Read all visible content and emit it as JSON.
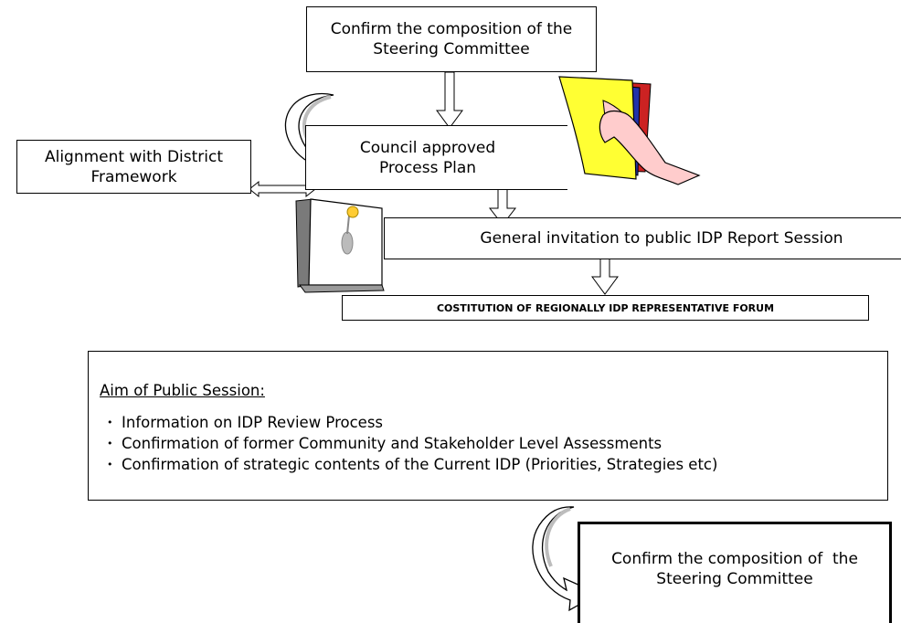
{
  "nodes": {
    "steering_top": "Confirm the composition of the Steering Committee",
    "council_plan": "Council approved Process Plan",
    "alignment": "Alignment with District Framework",
    "invitation": "General invitation to public IDP Report Session",
    "forum": "COSTITUTION OF REGIONALLY IDP REPRESENTATIVE FORUM",
    "steering_bottom": "Confirm the composition of  the  Steering Committee"
  },
  "aim": {
    "heading": "Aim of Public Session:",
    "items": [
      "Information on IDP Review Process",
      "Confirmation of former Community and Stakeholder Level Assessments",
      "Confirmation of strategic contents of the Current IDP (Priorities, Strategies etc)"
    ]
  },
  "icons": [
    "document-in-hand-icon",
    "pinned-note-icon",
    "curved-arrow-icon"
  ],
  "colors": {
    "document": "#ffff33",
    "skin": "#ffcccc",
    "coin": "#ffcc33"
  }
}
